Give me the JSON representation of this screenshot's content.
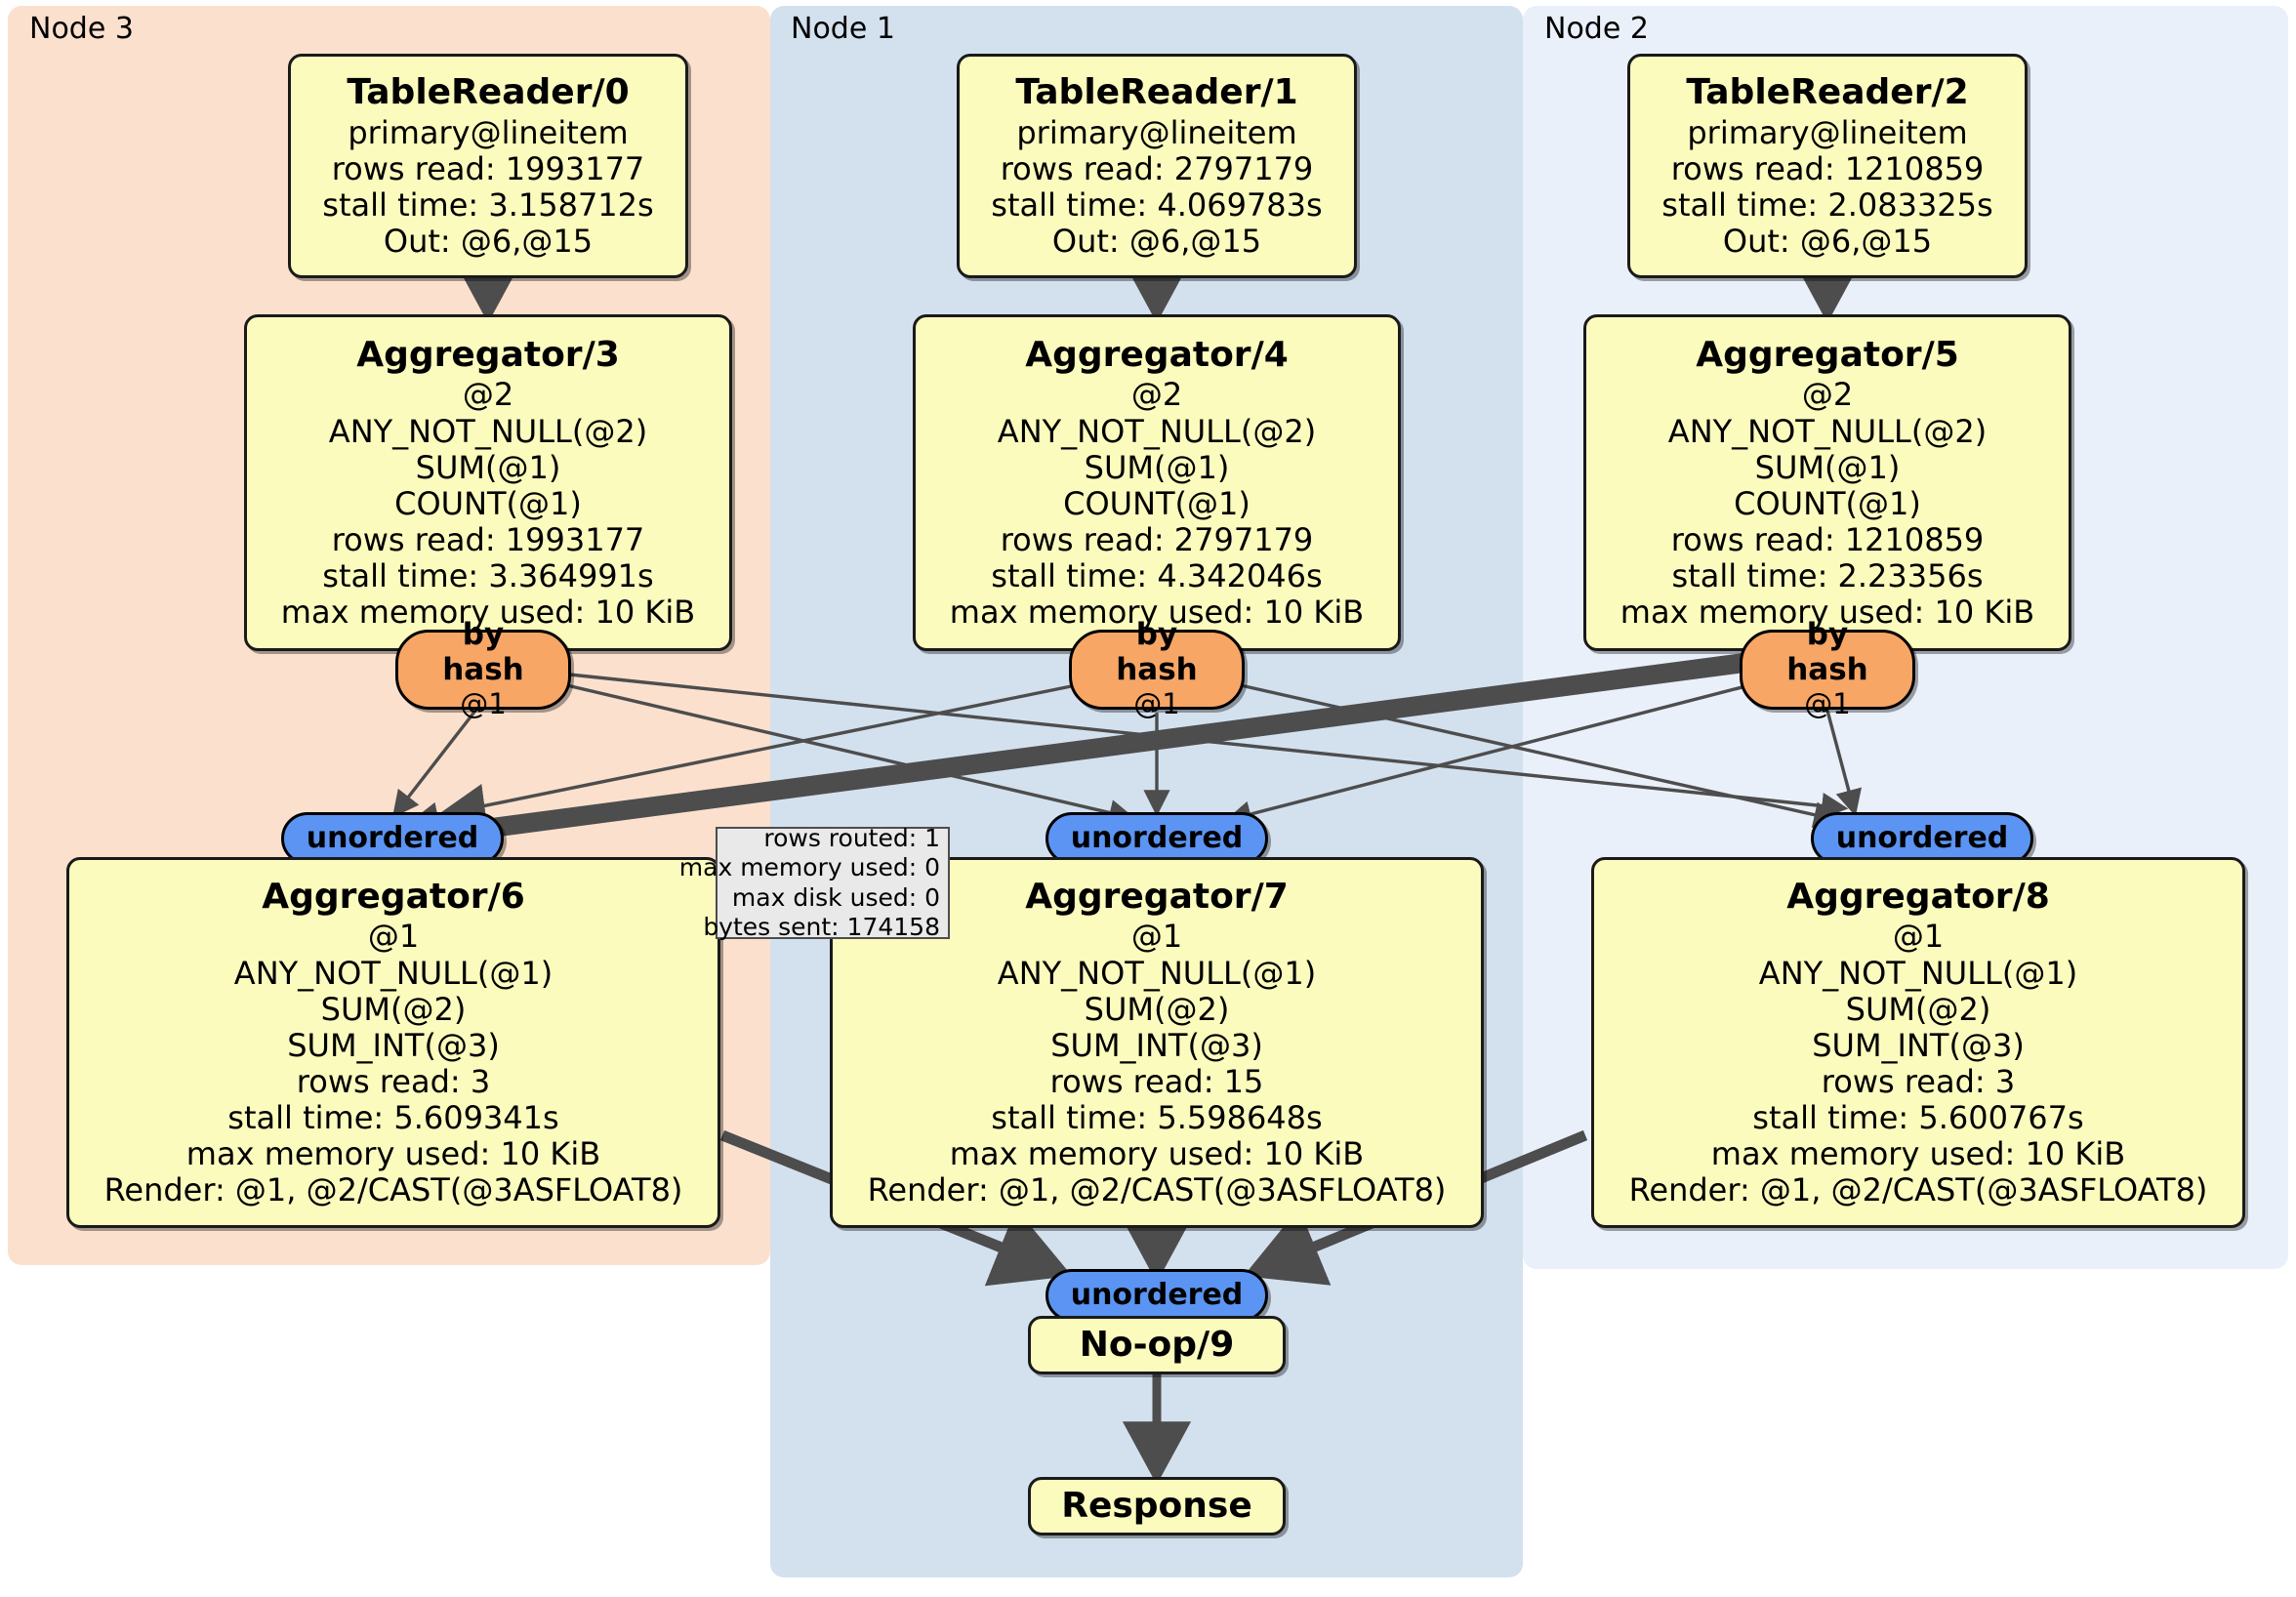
{
  "diagram": {
    "type": "distributed-query-execution-plan",
    "clusters": [
      {
        "id": "node3",
        "label": "Node 3",
        "color": "#fbe0ce"
      },
      {
        "id": "node1",
        "label": "Node 1",
        "color": "#d3e1ef"
      },
      {
        "id": "node2",
        "label": "Node 2",
        "color": "#eaf0f9"
      }
    ],
    "colors": {
      "operator_fill": "#fbfbbe",
      "router_fill": "#f7a666",
      "sync_fill": "#5b94f2",
      "stats_fill": "#e9e9e9",
      "edge": "#4d4d4d",
      "border": "#000000"
    },
    "table_readers": [
      {
        "id": "tr0",
        "title": "TableReader/0",
        "lines": [
          "primary@lineitem",
          "rows read: 1993177",
          "stall time: 3.158712s",
          "Out: @6,@15"
        ]
      },
      {
        "id": "tr1",
        "title": "TableReader/1",
        "lines": [
          "primary@lineitem",
          "rows read: 2797179",
          "stall time: 4.069783s",
          "Out: @6,@15"
        ]
      },
      {
        "id": "tr2",
        "title": "TableReader/2",
        "lines": [
          "primary@lineitem",
          "rows read: 1210859",
          "stall time: 2.083325s",
          "Out: @6,@15"
        ]
      }
    ],
    "aggregators_mid": [
      {
        "id": "agg3",
        "title": "Aggregator/3",
        "lines": [
          "@2",
          "ANY_NOT_NULL(@2)",
          "SUM(@1)",
          "COUNT(@1)",
          "rows read: 1993177",
          "stall time: 3.364991s",
          "max memory used: 10 KiB"
        ]
      },
      {
        "id": "agg4",
        "title": "Aggregator/4",
        "lines": [
          "@2",
          "ANY_NOT_NULL(@2)",
          "SUM(@1)",
          "COUNT(@1)",
          "rows read: 2797179",
          "stall time: 4.342046s",
          "max memory used: 10 KiB"
        ]
      },
      {
        "id": "agg5",
        "title": "Aggregator/5",
        "lines": [
          "@2",
          "ANY_NOT_NULL(@2)",
          "SUM(@1)",
          "COUNT(@1)",
          "rows read: 1210859",
          "stall time: 2.23356s",
          "max memory used: 10 KiB"
        ]
      }
    ],
    "routers": [
      {
        "id": "hash3",
        "title": "by hash",
        "sub": "@1"
      },
      {
        "id": "hash4",
        "title": "by hash",
        "sub": "@1"
      },
      {
        "id": "hash5",
        "title": "by hash",
        "sub": "@1"
      }
    ],
    "synchronizers_mid": [
      {
        "id": "sync6",
        "label": "unordered"
      },
      {
        "id": "sync7",
        "label": "unordered"
      },
      {
        "id": "sync8",
        "label": "unordered"
      }
    ],
    "aggregators_bottom": [
      {
        "id": "agg6",
        "title": "Aggregator/6",
        "lines": [
          "@1",
          "ANY_NOT_NULL(@1)",
          "SUM(@2)",
          "SUM_INT(@3)",
          "rows read: 3",
          "stall time: 5.609341s",
          "max memory used: 10 KiB",
          "Render: @1, @2/CAST(@3ASFLOAT8)"
        ]
      },
      {
        "id": "agg7",
        "title": "Aggregator/7",
        "lines": [
          "@1",
          "ANY_NOT_NULL(@1)",
          "SUM(@2)",
          "SUM_INT(@3)",
          "rows read: 15",
          "stall time: 5.598648s",
          "max memory used: 10 KiB",
          "Render: @1, @2/CAST(@3ASFLOAT8)"
        ]
      },
      {
        "id": "agg8",
        "title": "Aggregator/8",
        "lines": [
          "@1",
          "ANY_NOT_NULL(@1)",
          "SUM(@2)",
          "SUM_INT(@3)",
          "rows read: 3",
          "stall time: 5.600767s",
          "max memory used: 10 KiB",
          "Render: @1, @2/CAST(@3ASFLOAT8)"
        ]
      }
    ],
    "edge_stats": {
      "lines": [
        "rows routed: 1",
        "max memory used: 0",
        "max disk used: 0",
        "bytes sent: 174158"
      ]
    },
    "final_sync": {
      "id": "sync9",
      "label": "unordered"
    },
    "noop": {
      "id": "noop9",
      "label": "No-op/9"
    },
    "response": {
      "id": "response",
      "label": "Response"
    }
  }
}
